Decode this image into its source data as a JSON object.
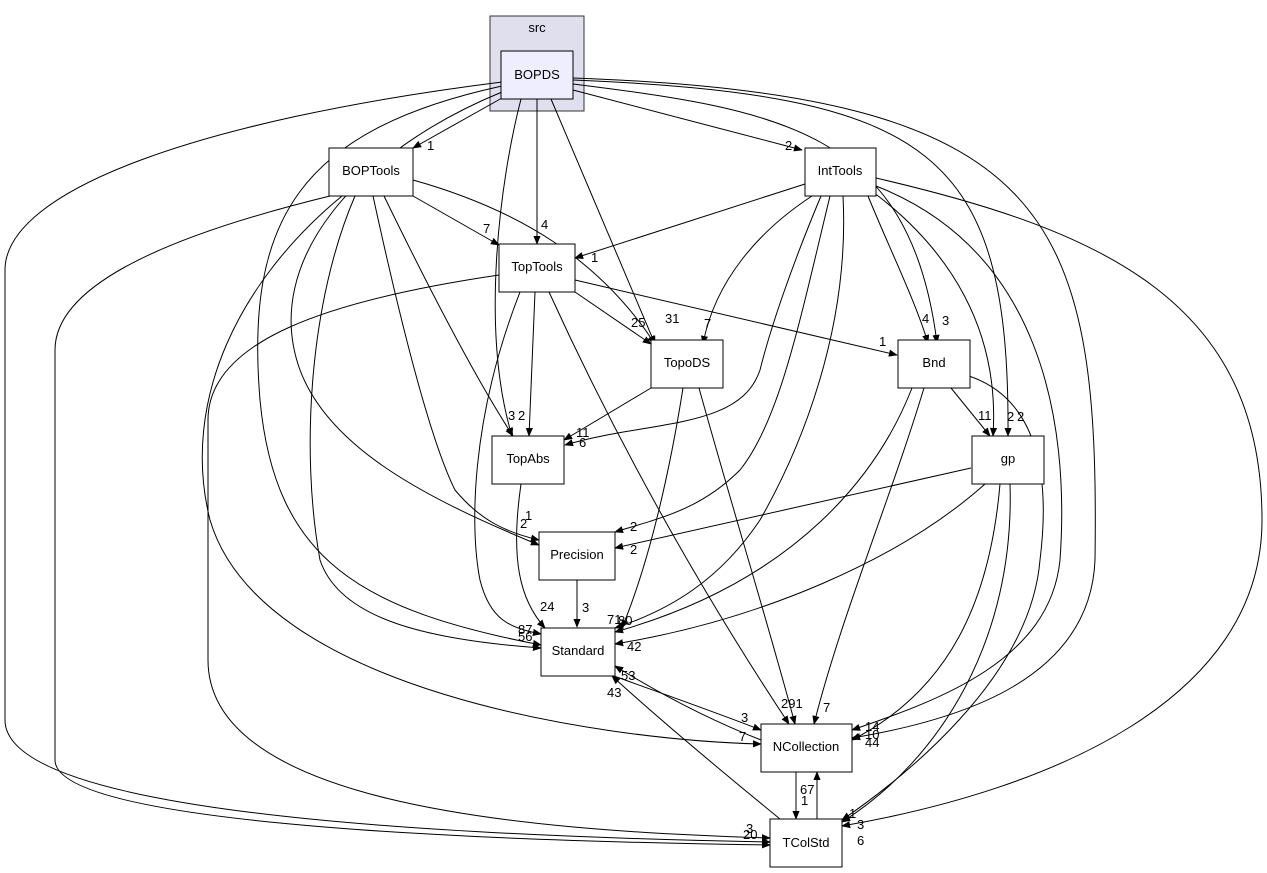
{
  "cluster": {
    "label": "src",
    "fill": "#dfdfee",
    "stroke": "#333333"
  },
  "focus": {
    "label": "BOPDS",
    "fill": "#eeeeff"
  },
  "nodes": [
    {
      "id": "boptools",
      "label": "BOPTools"
    },
    {
      "id": "inttools",
      "label": "IntTools"
    },
    {
      "id": "toptools",
      "label": "TopTools"
    },
    {
      "id": "topods",
      "label": "TopoDS"
    },
    {
      "id": "bnd",
      "label": "Bnd"
    },
    {
      "id": "topabs",
      "label": "TopAbs"
    },
    {
      "id": "gp",
      "label": "gp"
    },
    {
      "id": "precision",
      "label": "Precision"
    },
    {
      "id": "standard",
      "label": "Standard"
    },
    {
      "id": "ncollection",
      "label": "NCollection"
    },
    {
      "id": "tcolstd",
      "label": "TColStd"
    }
  ],
  "edge_labels": [
    "1",
    "2",
    "7",
    "4",
    "1",
    "25",
    "31",
    "7",
    "1",
    "4",
    "3",
    "3",
    "2",
    "11",
    "6",
    "11",
    "2",
    "2",
    "1",
    "2",
    "2",
    "2",
    "3",
    "24",
    "87",
    "56",
    "71",
    "80",
    "42",
    "53",
    "43",
    "3",
    "7",
    "291",
    "7",
    "14",
    "10",
    "44",
    "67",
    "1",
    "3",
    "20",
    "1",
    "3",
    "6"
  ]
}
